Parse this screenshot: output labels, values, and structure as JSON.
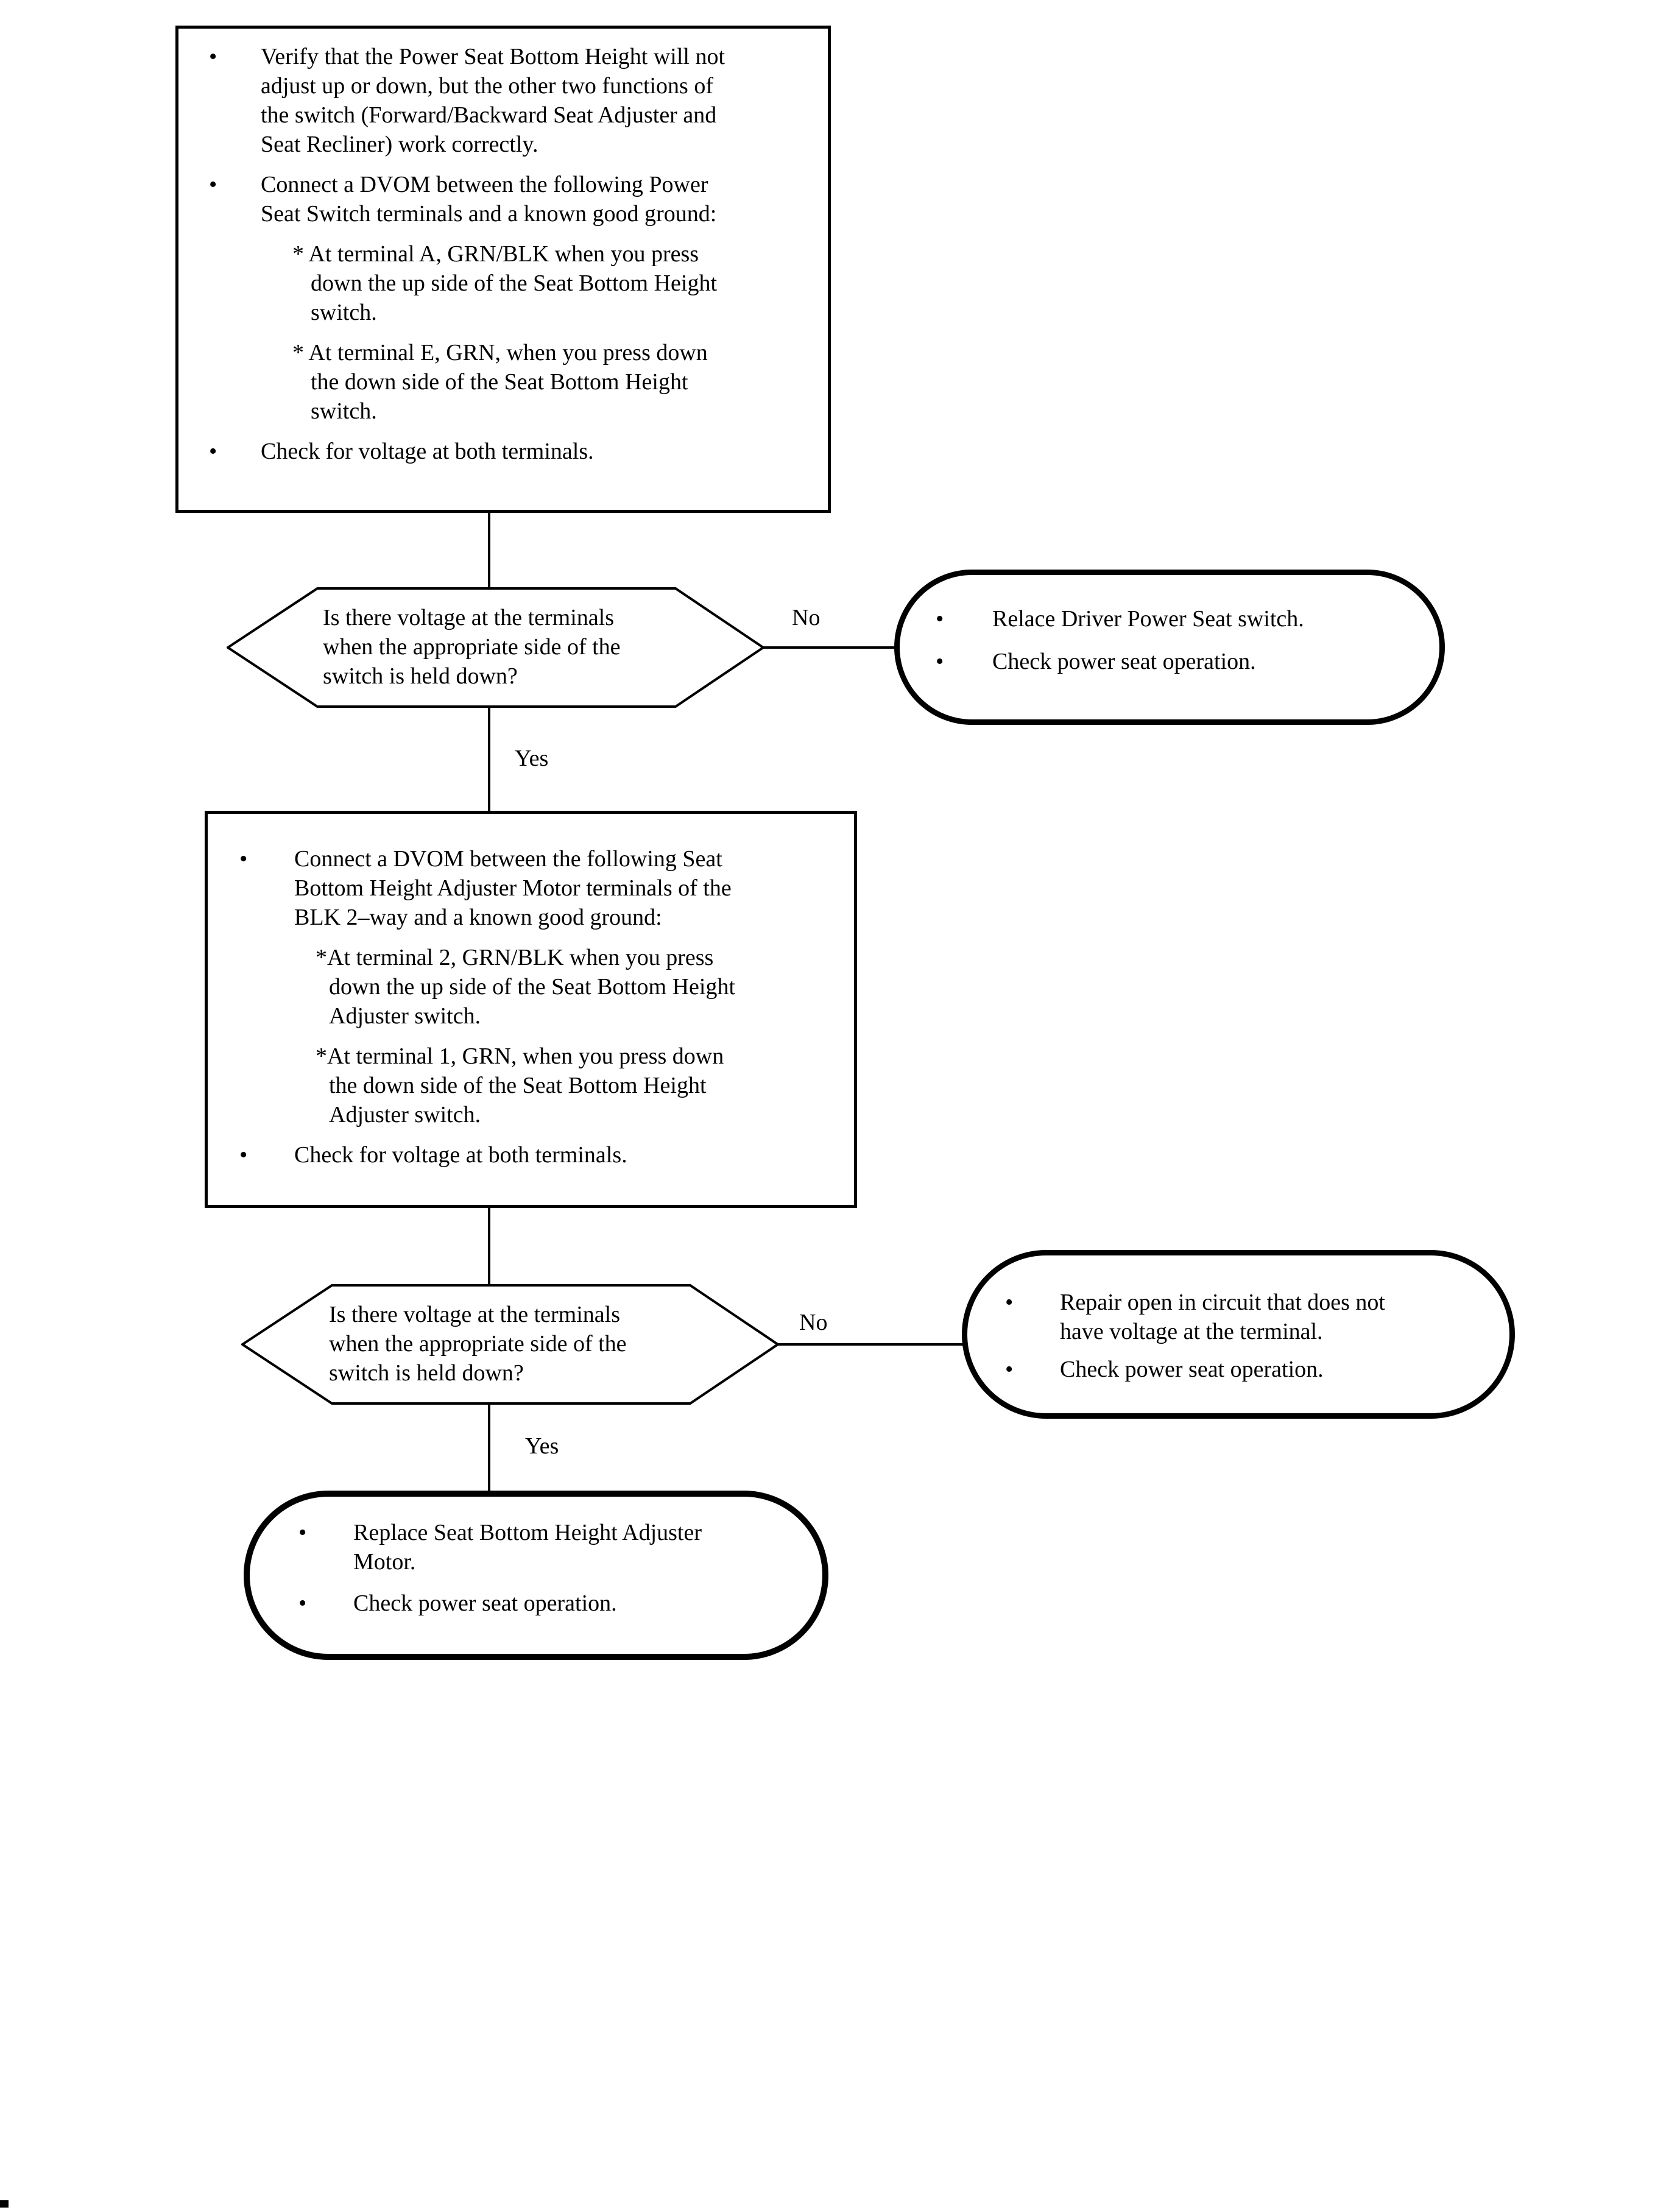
{
  "colors": {
    "ink": "#000000",
    "paper": "#ffffff"
  },
  "glyphs": {
    "bullet": "•"
  },
  "box1": {
    "b1": "Verify that the Power Seat Bottom Height will not\nadjust up or down, but the other two functions of\nthe switch (Forward/Backward Seat Adjuster and\nSeat Recliner) work correctly.",
    "b2": "Connect a DVOM between the following Power\nSeat Switch terminals and a known good ground:",
    "s1": "* At terminal A, GRN/BLK when you press\ndown the up side of the Seat Bottom Height\nswitch.",
    "s2": "* At terminal E, GRN, when you press down\nthe down side of the Seat Bottom Height\nswitch.",
    "b3": "Check for voltage at both terminals."
  },
  "decision1": {
    "question": "Is there voltage at the terminals\nwhen the appropriate side of the\nswitch is held down?",
    "no": "No",
    "yes": "Yes"
  },
  "oval_no1": {
    "b1": "Relace Driver Power Seat switch.",
    "b2": "Check power seat operation."
  },
  "box2": {
    "b1": "Connect a DVOM between the following Seat\nBottom Height Adjuster Motor terminals of the\nBLK 2–way and a known good ground:",
    "s1": "*At terminal 2, GRN/BLK when you press\ndown the up side of the Seat Bottom Height\nAdjuster switch.",
    "s2": "*At terminal 1, GRN, when you press down\nthe down side of the Seat Bottom Height\nAdjuster switch.",
    "b2": "Check for voltage at both terminals."
  },
  "decision2": {
    "question": "Is there voltage at the terminals\nwhen the appropriate side of the\nswitch is held down?",
    "no": "No",
    "yes": "Yes"
  },
  "oval_no2": {
    "b1": "Repair open in circuit that does not\nhave voltage at the terminal.",
    "b2": "Check power seat operation."
  },
  "oval_end": {
    "b1": "Replace Seat Bottom Height Adjuster\nMotor.",
    "b2": "Check power seat operation."
  }
}
